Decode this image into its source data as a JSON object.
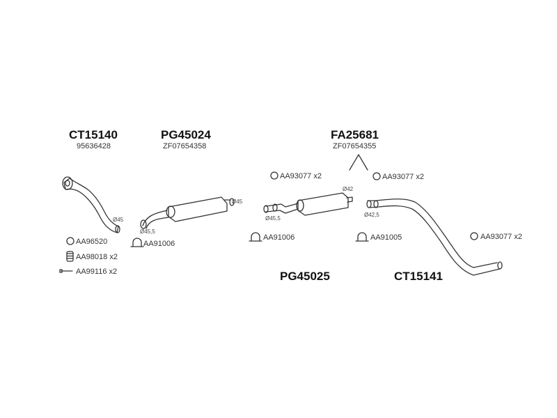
{
  "parts": {
    "ct15140": {
      "code": "CT15140",
      "ref": "95636428",
      "dia": "Ø45"
    },
    "pg45024": {
      "code": "PG45024",
      "ref": "ZF07654358",
      "dia_a": "Ø45",
      "dia_b": "Ø45,5"
    },
    "fa25681": {
      "code": "FA25681",
      "ref": "ZF07654355"
    },
    "pg45025": {
      "code": "PG45025",
      "dia_a": "Ø42",
      "dia_b": "Ø45,5"
    },
    "ct15141": {
      "code": "CT15141",
      "dia": "Ø42,5"
    }
  },
  "accessories": {
    "aa96520": "AA96520",
    "aa98018": "AA98018 x2",
    "aa99116": "AA99116 x2",
    "aa91006_left": "AA91006",
    "aa93077_mid": "AA93077 x2",
    "aa91006_mid": "AA91006",
    "aa93077_right": "AA93077 x2",
    "aa91005": "AA91005",
    "aa93077_far": "AA93077 x2"
  },
  "colors": {
    "line": "#333333",
    "fill": "#ffffff",
    "text": "#111111"
  }
}
